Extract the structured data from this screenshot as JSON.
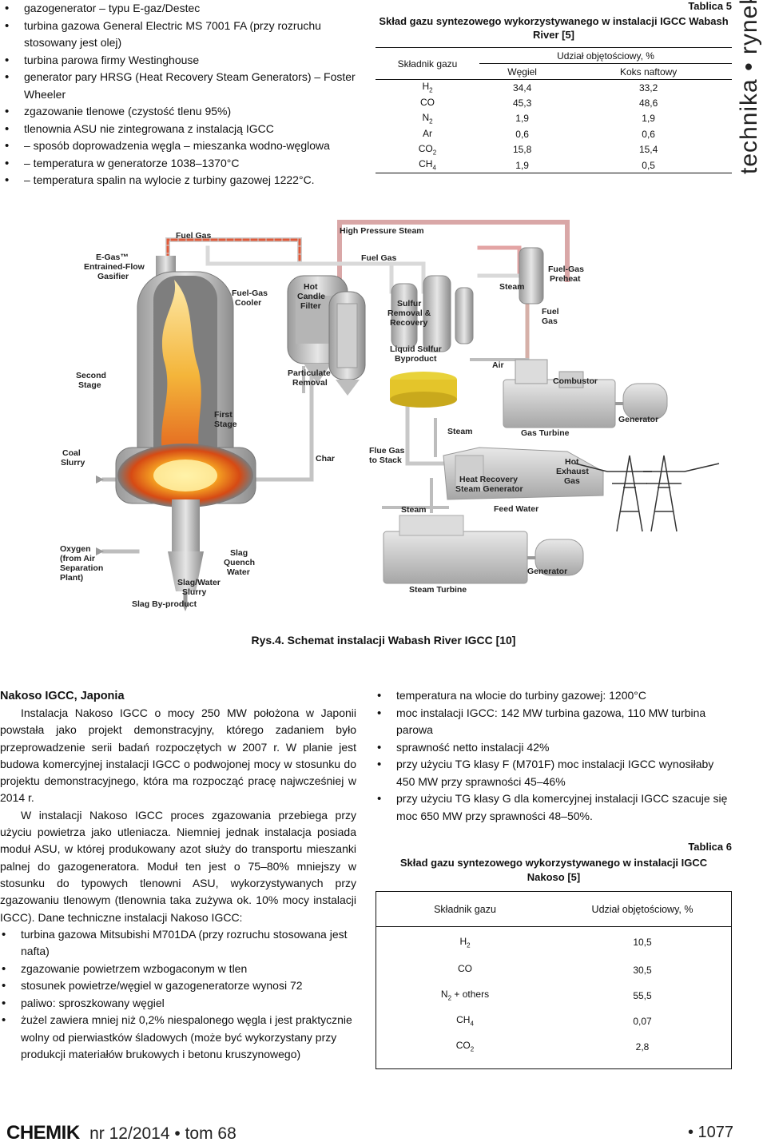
{
  "top_left_list": [
    {
      "text": "gazogenerator – typu E-gaz/Destec",
      "indent": false
    },
    {
      "text": "turbina gazowa General Electric MS 7001 FA (przy rozruchu stosowany jest olej)",
      "indent": false
    },
    {
      "text": "turbina parowa firmy Westinghouse",
      "indent": false
    },
    {
      "text": "generator pary HRSG (Heat Recovery Steam Generators) – Foster Wheeler",
      "indent": false
    },
    {
      "text": "zgazowanie tlenowe (czystość tlenu 95%)",
      "indent": false
    },
    {
      "text": "tlenownia ASU nie zintegrowana z instalacją IGCC",
      "indent": false
    },
    {
      "text": "– sposób doprowadzenia węgla – mieszanka wodno-węglowa",
      "indent": true
    },
    {
      "text": "– temperatura w generatorze 1038–1370°C",
      "indent": true
    },
    {
      "text": "– temperatura spalin na wylocie z turbiny gazowej 1222°C.",
      "indent": true
    }
  ],
  "table5": {
    "number": "Tablica 5",
    "caption": "Skład gazu syntezowego wykorzystywanego w instalacji IGCC Wabash River [5]",
    "h_component": "Składnik gazu",
    "h_share": "Udział objętościowy, %",
    "h_coal": "Węgiel",
    "h_coke": "Koks naftowy",
    "rows": [
      {
        "name": "H",
        "sub": "2",
        "coal": "34,4",
        "coke": "33,2"
      },
      {
        "name": "CO",
        "sub": "",
        "coal": "45,3",
        "coke": "48,6"
      },
      {
        "name": "N",
        "sub": "2",
        "coal": "1,9",
        "coke": "1,9"
      },
      {
        "name": "Ar",
        "sub": "",
        "coal": "0,6",
        "coke": "0,6"
      },
      {
        "name": "CO",
        "sub": "2",
        "coal": "15,8",
        "coke": "15,4"
      },
      {
        "name": "CH",
        "sub": "4",
        "coal": "1,9",
        "coke": "0,5"
      }
    ]
  },
  "side_label": "technika • rynek",
  "diagram": {
    "labels": {
      "fuel_gas_top": "Fuel Gas",
      "high_pressure_steam": "High Pressure Steam",
      "egas_1": "E-Gas™",
      "egas_2": "Entrained-Flow",
      "egas_3": "Gasifier",
      "fuel_gas_mid": "Fuel Gas",
      "hot_candle_1": "Hot",
      "hot_candle_2": "Candle",
      "hot_candle_3": "Filter",
      "fuel_gas_cooler_1": "Fuel-Gas",
      "fuel_gas_cooler_2": "Cooler",
      "fuel_gas_preheat_1": "Fuel-Gas",
      "fuel_gas_preheat_2": "Preheat",
      "steam_1": "Steam",
      "sulfur_1": "Sulfur",
      "sulfur_2": "Removal &",
      "sulfur_3": "Recovery",
      "fuel_gas_right_1": "Fuel",
      "fuel_gas_right_2": "Gas",
      "liquid_sulfur_1": "Liquid Sulfur",
      "liquid_sulfur_2": "Byproduct",
      "air": "Air",
      "combustor": "Combustor",
      "second_stage_1": "Second",
      "second_stage_2": "Stage",
      "particulate_1": "Particulate",
      "particulate_2": "Removal",
      "first_stage_1": "First",
      "first_stage_2": "Stage",
      "generator_1": "Generator",
      "steam_2": "Steam",
      "gas_turbine": "Gas Turbine",
      "coal_slurry_1": "Coal",
      "coal_slurry_2": "Slurry",
      "char": "Char",
      "flue_gas_1": "Flue Gas",
      "flue_gas_2": "to Stack",
      "hot_exhaust_1": "Hot",
      "hot_exhaust_2": "Exhaust",
      "hot_exhaust_3": "Gas",
      "hrsg_1": "Heat Recovery",
      "hrsg_2": "Steam Generator",
      "steam_3": "Steam",
      "feed_water": "Feed Water",
      "oxygen_1": "Oxygen",
      "oxygen_2": "(from Air",
      "oxygen_3": "Separation",
      "oxygen_4": "Plant)",
      "slag_quench_1": "Slag",
      "slag_quench_2": "Quench",
      "slag_quench_3": "Water",
      "generator_2": "Generator",
      "slag_water_1": "Slag/Water",
      "slag_water_2": "Slurry",
      "steam_turbine": "Steam Turbine",
      "slag_byproduct": "Slag By-product"
    }
  },
  "figure_caption": "Rys.4. Schemat instalacji Wabash River IGCC [10]",
  "section_title": "Nakoso IGCC, Japonia",
  "paragraphs": [
    "Instalacja Nakoso IGCC o mocy 250 MW położona w Japonii powstała jako projekt demonstracyjny, którego zadaniem było przeprowadzenie serii badań rozpoczętych w 2007 r. W planie jest budowa komercyjnej instalacji IGCC o podwojonej mocy w stosunku do projektu demonstracyjnego, która ma rozpocząć pracę najwcześniej w 2014 r.",
    "W instalacji Nakoso IGCC proces zgazowania przebiega przy użyciu powietrza jako utleniacza. Niemniej jednak instalacja posiada moduł ASU, w której produkowany azot służy do transportu mieszanki palnej do gazogeneratora. Moduł ten jest o 75–80% mniejszy w stosunku do typowych tlenowni ASU, wykorzystywanych przy zgazowaniu tlenowym (tlenownia taka zużywa ok. 10% mocy instalacji IGCC). Dane techniczne instalacji Nakoso IGCC:"
  ],
  "bottom_left_list": [
    "turbina gazowa Mitsubishi M701DA (przy rozruchu stosowana jest nafta)",
    "zgazowanie powietrzem wzbogaconym w tlen",
    "stosunek powietrze/węgiel w gazogeneratorze wynosi 72",
    "paliwo: sproszkowany węgiel",
    "żużel zawiera mniej niż 0,2% niespalonego węgla i jest praktycznie wolny od pierwiastków śladowych (może być wykorzystany przy produkcji materiałów brukowych i betonu kruszynowego)"
  ],
  "right_list": [
    "temperatura na wlocie do turbiny gazowej: 1200°C",
    "moc instalacji IGCC: 142 MW turbina gazowa, 110 MW turbina parowa",
    "sprawność netto instalacji 42%",
    "przy użyciu TG klasy F (M701F) moc instalacji IGCC wynosiłaby 450 MW przy sprawności 45–46%",
    "przy użyciu TG klasy G dla komercyjnej instalacji IGCC szacuje się moc 650 MW przy sprawności 48–50%."
  ],
  "table6": {
    "number": "Tablica 6",
    "caption": "Skład gazu syntezowego wykorzystywanego w instalacji IGCC Nakoso [5]",
    "h_component": "Składnik gazu",
    "h_share": "Udział objętościowy, %",
    "rows": [
      {
        "name": "H",
        "sub": "2",
        "suffix": "",
        "value": "10,5"
      },
      {
        "name": "CO",
        "sub": "",
        "suffix": "",
        "value": "30,5"
      },
      {
        "name": "N",
        "sub": "2",
        "suffix": " + others",
        "value": "55,5"
      },
      {
        "name": "CH",
        "sub": "4",
        "suffix": "",
        "value": "0,07"
      },
      {
        "name": "CO",
        "sub": "2",
        "suffix": "",
        "value": "2,8"
      }
    ]
  },
  "footer": {
    "logo": "CHEMIK",
    "issue": "nr 12/2014 • tom 68",
    "page": "• 1077"
  }
}
